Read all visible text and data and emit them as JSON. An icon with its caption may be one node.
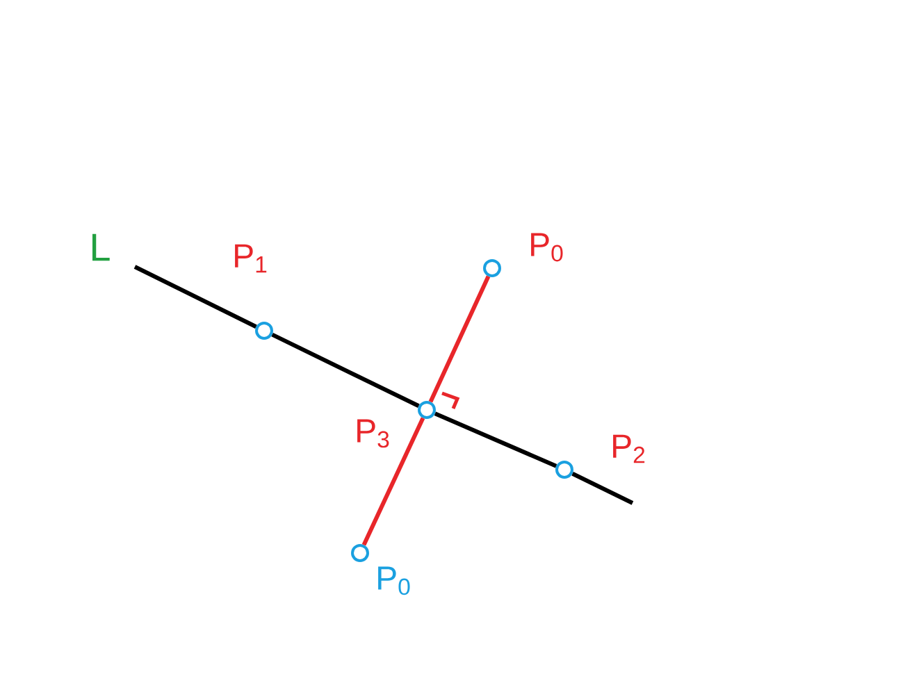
{
  "diagram": {
    "nodes": [
      {
        "text": [],
        "shape": "circle",
        "beside": [
          "P$_{1}$"
        ]
      },
      {
        "text": [],
        "shape": "circle",
        "beside": [
          "P$_{0}$"
        ]
      },
      {
        "text": [],
        "shape": "circle",
        "beside": [
          "P$_{3}$"
        ]
      },
      {
        "text": [],
        "shape": "circle",
        "beside": [
          "P$_{2}$"
        ]
      },
      {
        "text": [],
        "shape": "circle",
        "beside": [
          "P$_{0}$"
        ]
      }
    ],
    "edges": [
      {
        "from": null,
        "to": 0,
        "arrow": "none"
      },
      {
        "from": 0,
        "to": 2,
        "arrow": "none"
      },
      {
        "from": 2,
        "to": 3,
        "arrow": "none"
      },
      {
        "from": 3,
        "to": null,
        "arrow": "none"
      },
      {
        "from": 1,
        "to": 2,
        "arrow": "none",
        "color": "#e8262a"
      },
      {
        "from": 2,
        "to": 4,
        "arrow": "none",
        "color": "#e8262a"
      }
    ],
    "labels": [
      "L"
    ]
  }
}
